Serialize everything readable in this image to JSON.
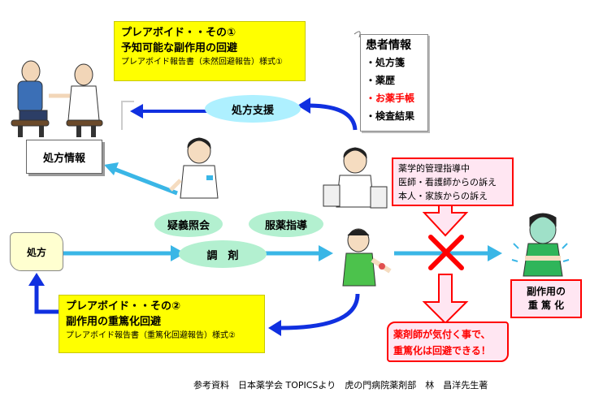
{
  "colors": {
    "yellow": "#ffff00",
    "cyan_arrow": "#3ab6e6",
    "blue_arrow": "#1030e0",
    "red": "#ff0000",
    "pink": "#ffe6f2",
    "green": "#b3f0d0",
    "ellipse_cyan": "#aef0ff"
  },
  "avoid1": {
    "title": "プレアボイド・・その①",
    "line2": "予知可能な副作用の回避",
    "line3": "プレアボイド報告書（未然回避報告）様式①"
  },
  "avoid2": {
    "title": "プレアボイド・・その②",
    "line2": "副作用の重篤化回避",
    "line3": "プレアボイド報告書（重篤化回避報告）様式②"
  },
  "patient_info": {
    "title": "患者情報",
    "items": [
      "・処方箋",
      "・薬歴",
      "・お薬手帳",
      "・検査結果"
    ],
    "highlight_index": 2
  },
  "rx_support": "処方支援",
  "rx_info": "処方情報",
  "prescription": "処方",
  "ops": {
    "inquiry": "疑義照会",
    "med_guidance": "服薬指導",
    "dispensing": "調　剤"
  },
  "mgmt": {
    "line1": "薬学的管理指導中",
    "line2": "医師・看護師からの訴え",
    "line3": "本人・家族からの訴え"
  },
  "severe": "副作用の\n重 篤 化",
  "pharmacist_note": {
    "line1": "薬剤師が気付く事で、",
    "line2": "重篤化は回避できる！"
  },
  "footer": "参考資料　日本薬学会 TOPICSより　虎の門病院薬剤部　林　昌洋先生著"
}
